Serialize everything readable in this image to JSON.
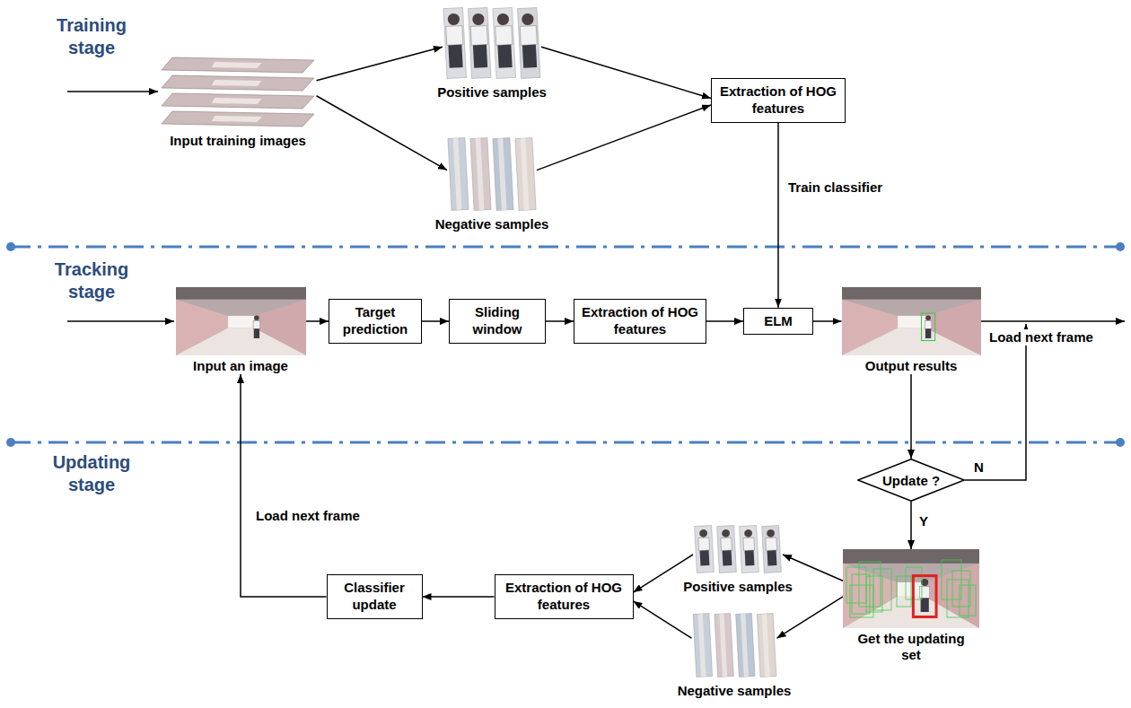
{
  "diagram": {
    "nodes": [
      {
        "text": [
          "Input training images"
        ]
      },
      {
        "text": [
          "Positive samples"
        ]
      },
      {
        "text": [
          "Negative samples"
        ]
      },
      {
        "text": [
          "Extraction of HOG features"
        ]
      },
      {
        "text": [
          "Input  an  image"
        ]
      },
      {
        "text": [
          "Target prediction"
        ]
      },
      {
        "text": [
          "Sliding window"
        ]
      },
      {
        "text": [
          "Extraction of HOG features"
        ]
      },
      {
        "text": [
          "ELM"
        ]
      },
      {
        "text": [
          "Output results"
        ]
      },
      {
        "text": [
          "Update ?"
        ]
      },
      {
        "text": [
          "Positive samples"
        ]
      },
      {
        "text": [
          "Negative samples"
        ]
      },
      {
        "text": [
          "Get the updating set"
        ]
      },
      {
        "text": [
          "Extraction of HOG features"
        ]
      },
      {
        "text": [
          "Classifier update"
        ]
      }
    ],
    "edges": [
      {
        "from": 0,
        "to": 1,
        "arrow": "to"
      },
      {
        "from": 0,
        "to": 2,
        "arrow": "to"
      },
      {
        "from": 1,
        "to": 3,
        "arrow": "to"
      },
      {
        "from": 2,
        "to": 3,
        "arrow": "to"
      },
      {
        "from": 3,
        "to": 8,
        "label": "Train classifier",
        "arrow": "to"
      },
      {
        "from": 4,
        "to": 5,
        "arrow": "to"
      },
      {
        "from": 5,
        "to": 6,
        "arrow": "to"
      },
      {
        "from": 6,
        "to": 7,
        "arrow": "to"
      },
      {
        "from": 7,
        "to": 8,
        "arrow": "to"
      },
      {
        "from": 8,
        "to": 9,
        "arrow": "to"
      },
      {
        "from": 9,
        "to": 10,
        "arrow": "to"
      },
      {
        "from": 10,
        "to": 13,
        "label": "Y",
        "arrow": "to"
      },
      {
        "from": 13,
        "to": 11,
        "arrow": "to"
      },
      {
        "from": 13,
        "to": 12,
        "arrow": "to"
      },
      {
        "from": 11,
        "to": 14,
        "arrow": "to"
      },
      {
        "from": 12,
        "to": 14,
        "arrow": "to"
      },
      {
        "from": 14,
        "to": 15,
        "arrow": "to"
      },
      {
        "from": 15,
        "to": 4,
        "label": "Load next frame",
        "arrow": "to"
      }
    ],
    "labels": [
      "Training stage",
      "Tracking stage",
      "Updating stage",
      "Load next frame",
      "N"
    ]
  }
}
